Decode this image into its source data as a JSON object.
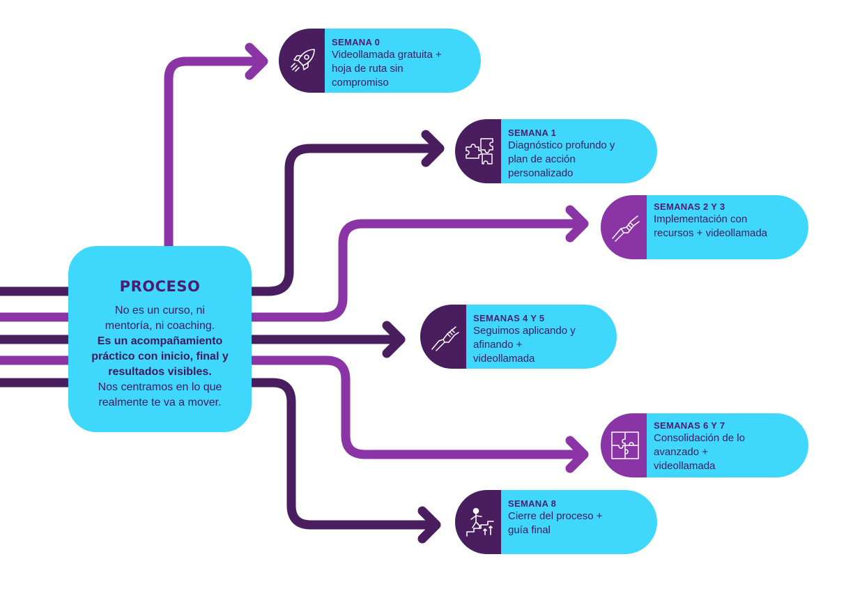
{
  "center": {
    "title": "PROCESO",
    "line1": "No es un curso, ni",
    "line2": "mentoría, ni coaching.",
    "bold1": "Es un acompañamiento",
    "bold2": "práctico con inicio, final y",
    "bold3": "resultados visibles.",
    "line3": "Nos centramos en lo que",
    "line4": "realmente te va a mover."
  },
  "steps": [
    {
      "week": "SEMANA 0",
      "line1": "Videollamada gratuita +",
      "line2": "hoja de ruta sin",
      "line3": "compromiso",
      "icon": "rocket-icon"
    },
    {
      "week": "SEMANA 1",
      "line1": "Diagnóstico profundo y",
      "line2": "plan de acción",
      "line3": "personalizado",
      "icon": "puzzle-pieces-icon"
    },
    {
      "week": "SEMANAS 2 Y 3",
      "line1": "Implementación con",
      "line2": "recursos + videollamada",
      "line3": "",
      "icon": "handshake-icon"
    },
    {
      "week": "SEMANAS 4 Y 5",
      "line1": "Seguimos aplicando y",
      "line2": "afinando +",
      "line3": "videollamada",
      "icon": "helping-hand-icon"
    },
    {
      "week": "SEMANAS 6 Y 7",
      "line1": "Consolidación de lo",
      "line2": "avanzado +",
      "line3": "videollamada",
      "icon": "puzzle-square-icon"
    },
    {
      "week": "SEMANA 8",
      "line1": "Cierre del proceso +",
      "line2": "guía final",
      "line3": "",
      "icon": "stairs-climb-icon"
    }
  ],
  "colors": {
    "light_purple": "#8a34a6",
    "dark_purple": "#4a1d5e",
    "cyan": "#3fd8fc",
    "text": "#3b1a5c"
  }
}
